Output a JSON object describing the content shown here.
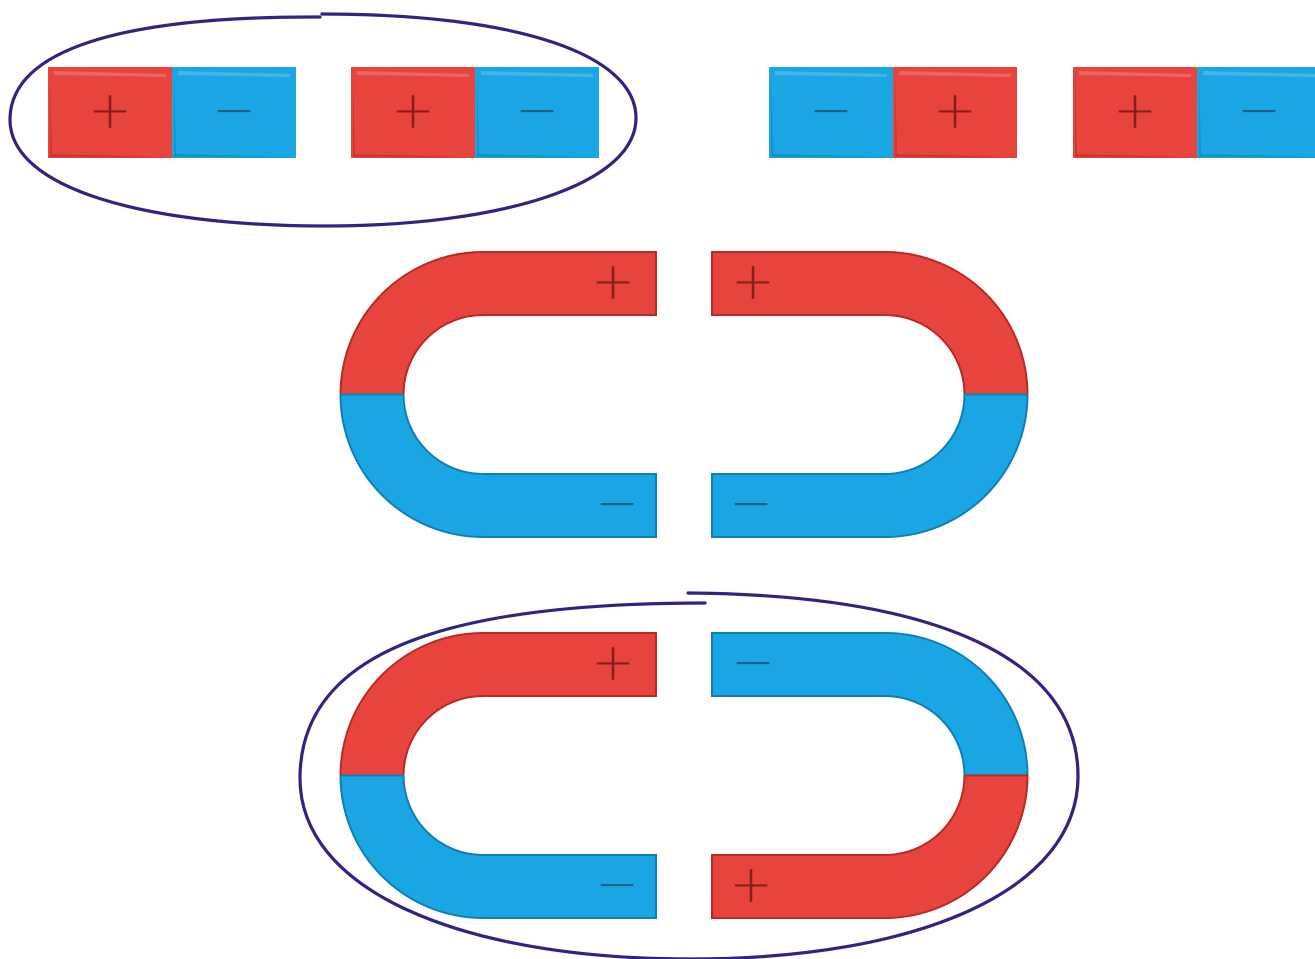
{
  "colors": {
    "positive": "#e8443e",
    "positive_dark": "#b82a26",
    "negative": "#1aa6e4",
    "negative_dark": "#0f7fb3",
    "sign": "#8a1d1a",
    "sign_on_blue": "#1d5f86",
    "ellipse": "#2e2580",
    "background": "#ffffff"
  },
  "signs": {
    "positive": "+",
    "negative": "−"
  },
  "bar_magnets": [
    {
      "poles": [
        "positive",
        "negative"
      ],
      "circled": true
    },
    {
      "poles": [
        "positive",
        "negative"
      ],
      "circled": true
    },
    {
      "poles": [
        "negative",
        "positive"
      ],
      "circled": false
    },
    {
      "poles": [
        "positive",
        "negative"
      ],
      "circled": false
    }
  ],
  "horseshoe_pairs": [
    {
      "left": {
        "top_pole": "positive",
        "bottom_pole": "negative"
      },
      "right": {
        "top_pole": "positive",
        "bottom_pole": "negative"
      },
      "circled": false
    },
    {
      "left": {
        "top_pole": "positive",
        "bottom_pole": "negative"
      },
      "right": {
        "top_pole": "negative",
        "bottom_pole": "positive"
      },
      "circled": true
    }
  ]
}
